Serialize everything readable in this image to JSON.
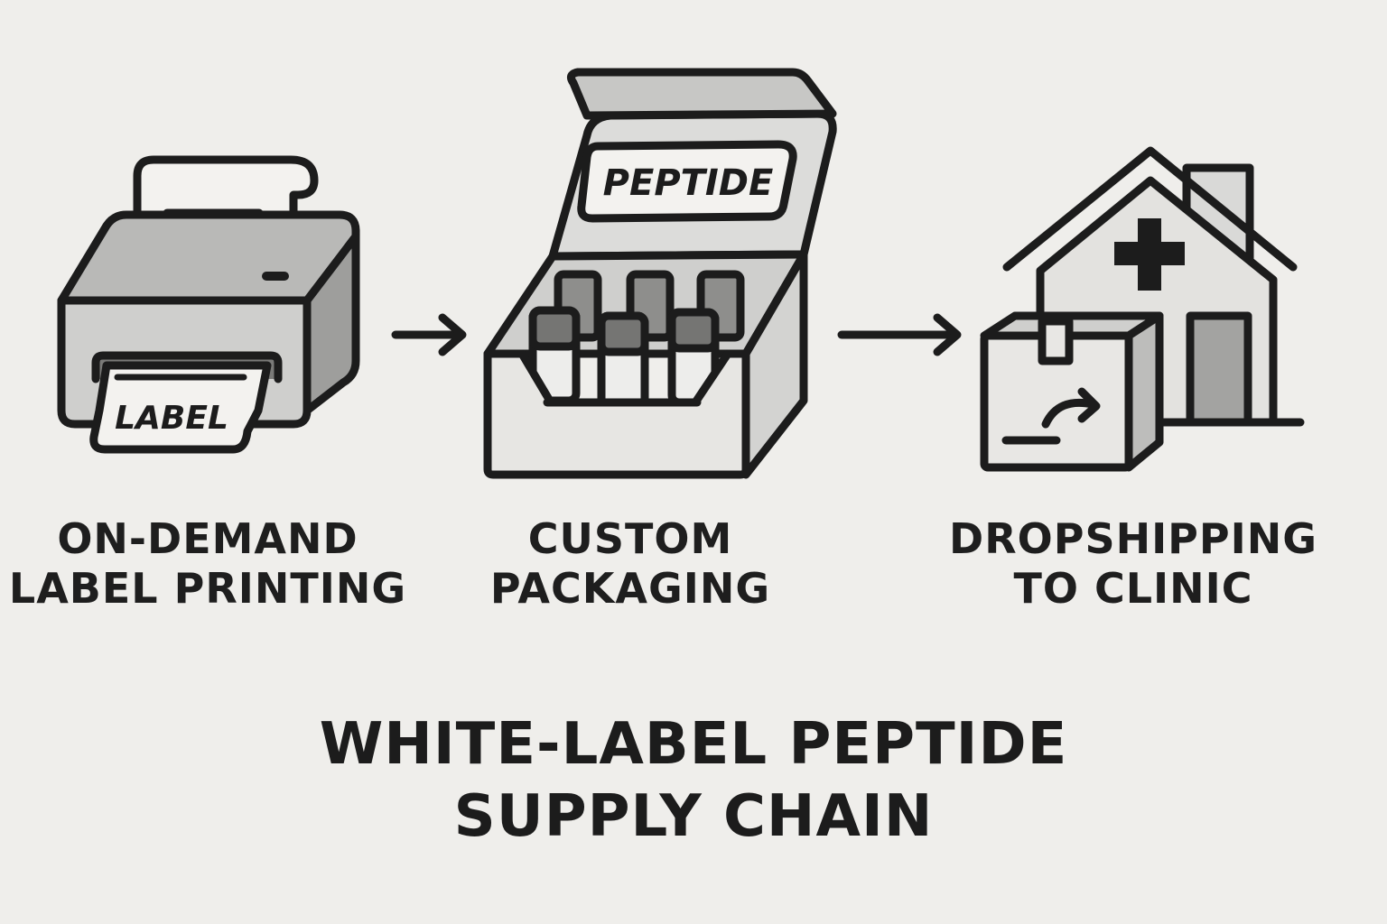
{
  "diagram": {
    "title": [
      "WHITE-LABEL PEPTIDE",
      "SUPPLY CHAIN"
    ],
    "steps": [
      {
        "label": [
          "ON-DEMAND",
          "LABEL PRINTING"
        ],
        "icon": "label-printer-icon",
        "icon_text": "LABEL"
      },
      {
        "label": [
          "CUSTOM",
          "PACKAGING"
        ],
        "icon": "peptide-vial-box-icon",
        "icon_text": "PEPTIDE"
      },
      {
        "label": [
          "DROPSHIPPING",
          "TO CLINIC"
        ],
        "icon": "clinic-delivery-icon"
      }
    ],
    "connectors": [
      "arrow-right-icon",
      "arrow-right-icon"
    ],
    "colors": {
      "background": "#efeeeb",
      "stroke": "#1c1c1c",
      "light_fill": "#e4e3e0",
      "mid_fill": "#c4c4c2",
      "dark_fill": "#8e8e8c"
    }
  }
}
